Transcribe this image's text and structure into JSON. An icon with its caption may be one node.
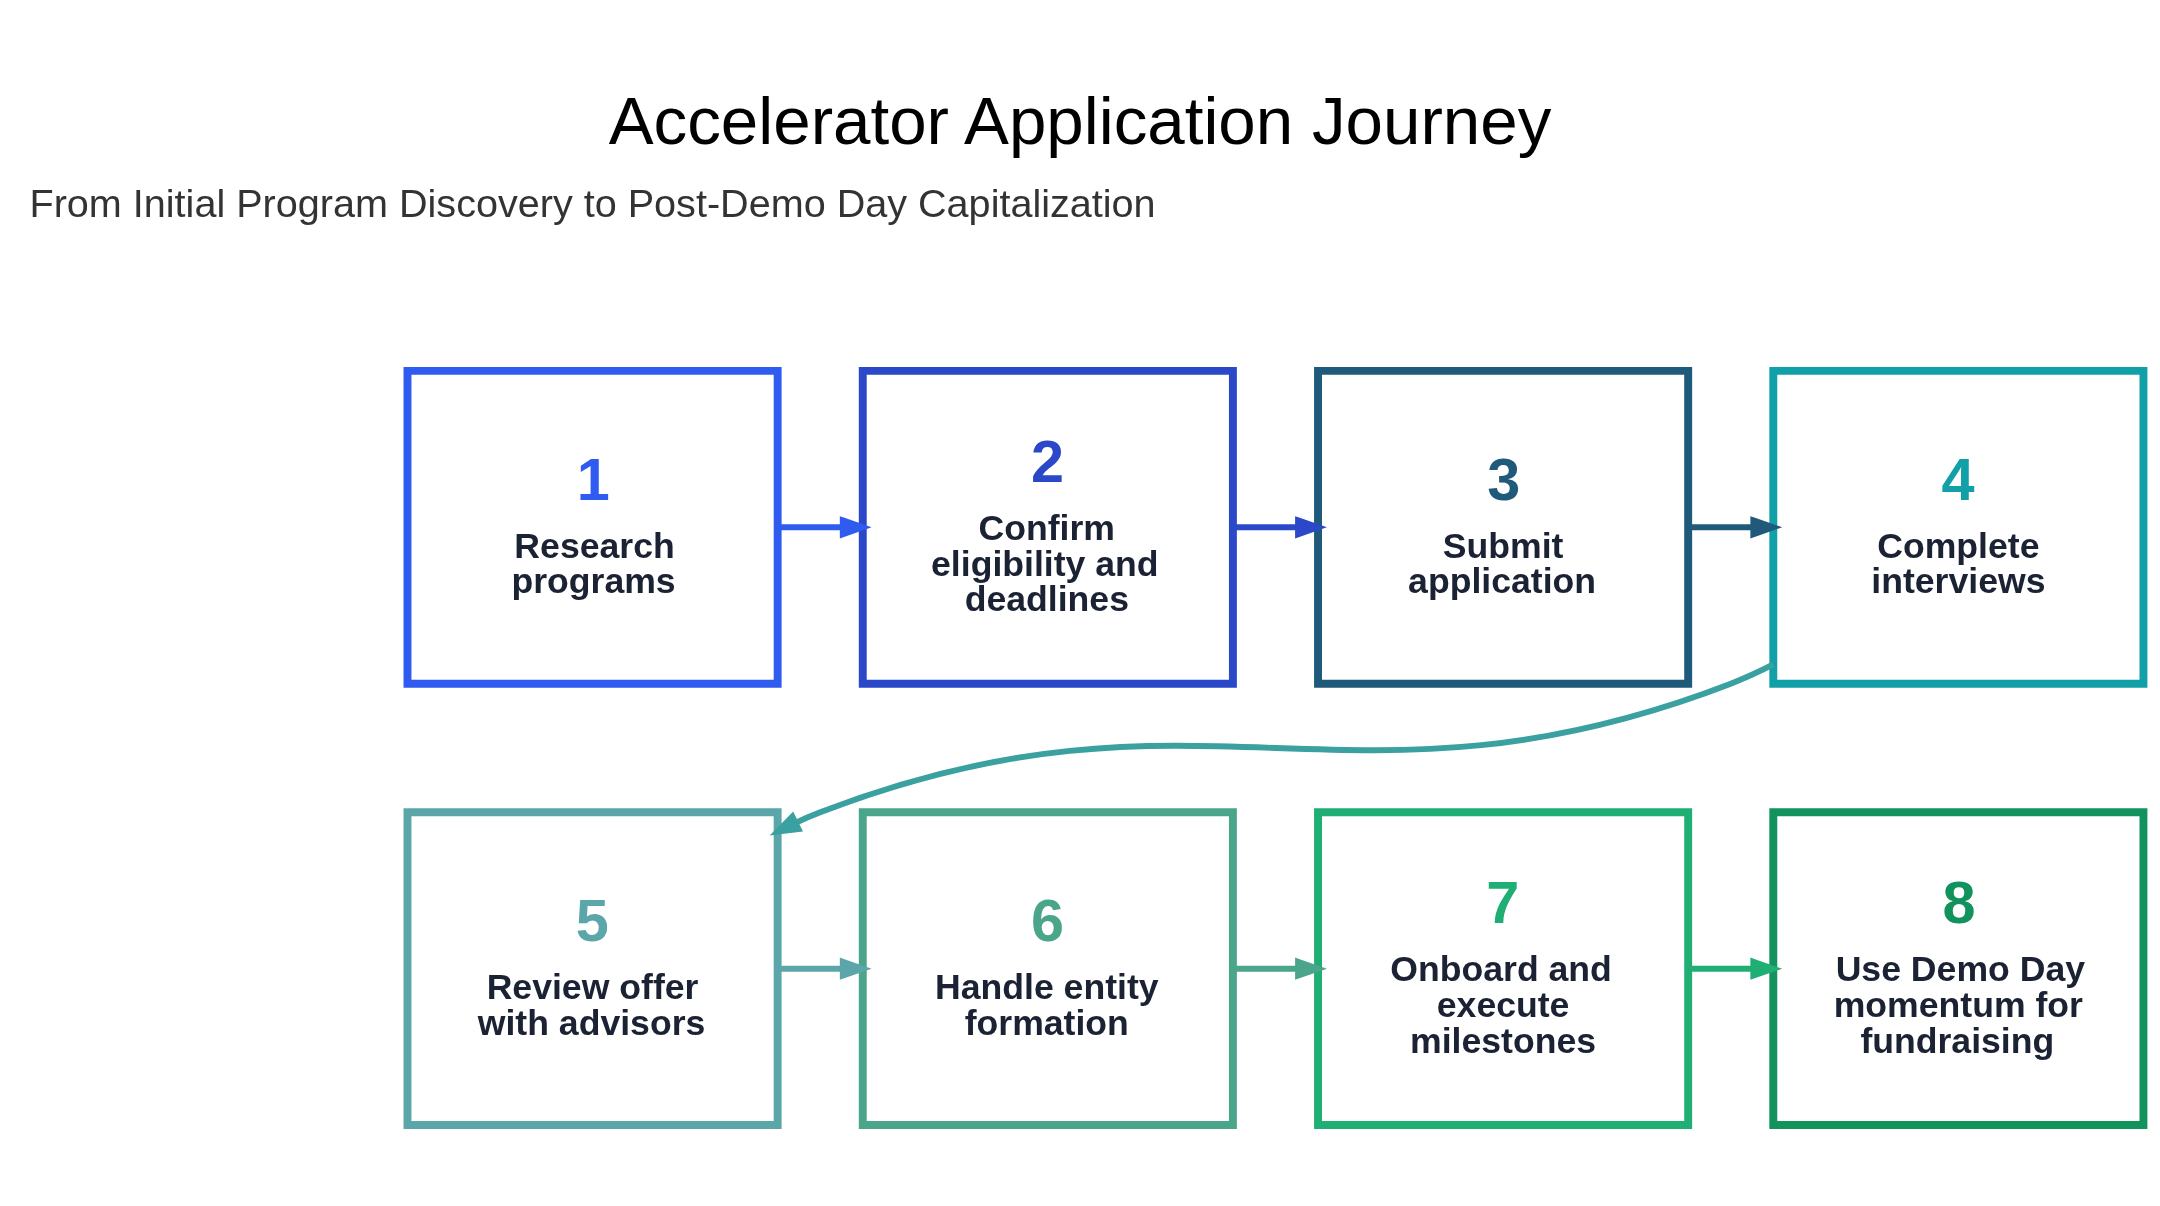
{
  "diagram": {
    "title": "Accelerator Application Journey",
    "nodes": [
      {
        "text": [
          "1",
          "Research programs"
        ]
      },
      {
        "text": [
          "2",
          "Confirm eligibility and deadlines"
        ]
      },
      {
        "text": [
          "3",
          "Submit application"
        ]
      },
      {
        "text": [
          "4",
          "Complete interviews"
        ]
      },
      {
        "text": [
          "5",
          "Review offer with advisors"
        ]
      },
      {
        "text": [
          "6",
          "Handle entity formation"
        ]
      },
      {
        "text": [
          "7",
          "Onboard and execute milestones"
        ]
      },
      {
        "text": [
          "8",
          "Use Demo Day momentum for fundraising"
        ]
      }
    ],
    "edges": [
      {
        "from": 0,
        "to": 1,
        "arrow": "to",
        "color": "#2f5bf0"
      },
      {
        "from": 1,
        "to": 2,
        "arrow": "to",
        "color": "#2a48c8"
      },
      {
        "from": 2,
        "to": 3,
        "arrow": "to",
        "color": "#1f5a7a"
      },
      {
        "from": 3,
        "to": 4,
        "arrow": "to",
        "color": "#3aa0a0"
      },
      {
        "from": 4,
        "to": 5,
        "arrow": "to",
        "color": "#5aa6a8"
      },
      {
        "from": 5,
        "to": 6,
        "arrow": "to",
        "color": "#4aa58a"
      },
      {
        "from": 6,
        "to": 7,
        "arrow": "to",
        "color": "#1fae74"
      }
    ],
    "labels": [
      "From Initial Program Discovery to Post-Demo Day Capitalization"
    ]
  }
}
